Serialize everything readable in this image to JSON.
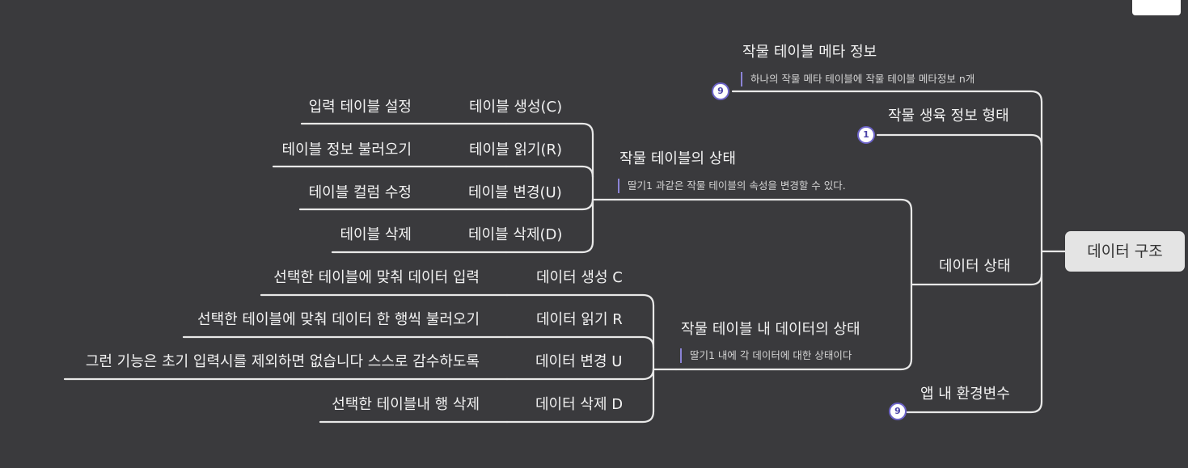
{
  "root": "데이터 구조",
  "meta": {
    "title": "작물 테이블 메타 정보",
    "note": "하나의 작물 메타 테이블에 작물 테이블 메타정보 n개",
    "badge": "9"
  },
  "growth": {
    "title": "작물 생육 정보 형태",
    "badge": "1"
  },
  "state": {
    "title": "데이터 상태",
    "table_state": {
      "title": "작물 테이블의 상태",
      "note": "딸기1 과같은 작물 테이블의 속성을 변경할 수 있다.",
      "ops": [
        {
          "label": "테이블 생성(C)",
          "detail": "입력 테이블 설정"
        },
        {
          "label": "테이블 읽기(R)",
          "detail": "테이블 정보 불러오기"
        },
        {
          "label": "테이블 변경(U)",
          "detail": "테이블 컬럼 수정"
        },
        {
          "label": "테이블 삭제(D)",
          "detail": "테이블 삭제"
        }
      ]
    },
    "data_state": {
      "title": "작물 테이블 내 데이터의 상태",
      "note": "딸기1 내에 각 데이터에 대한 상태이다",
      "ops": [
        {
          "label": "데이터 생성 C",
          "detail": "선택한 테이블에 맞춰 데이터 입력"
        },
        {
          "label": "데이터 읽기 R",
          "detail": "선택한 테이블에 맞춰 데이터 한 행씩 불러오기"
        },
        {
          "label": "데이터 변경 U",
          "detail": "그런 기능은 초기 입력시를 제외하면 없습니다 스스로 감수하도록"
        },
        {
          "label": "데이터 삭제 D",
          "detail": "선택한 테이블내 행 삭제"
        }
      ]
    }
  },
  "env": {
    "title": "앱 내 환경변수",
    "badge": "9"
  },
  "colors": {
    "background": "#3a3a3d",
    "line": "#e8e8e8",
    "accent": "#6c63c9",
    "root_fill": "#e4e4e4"
  }
}
